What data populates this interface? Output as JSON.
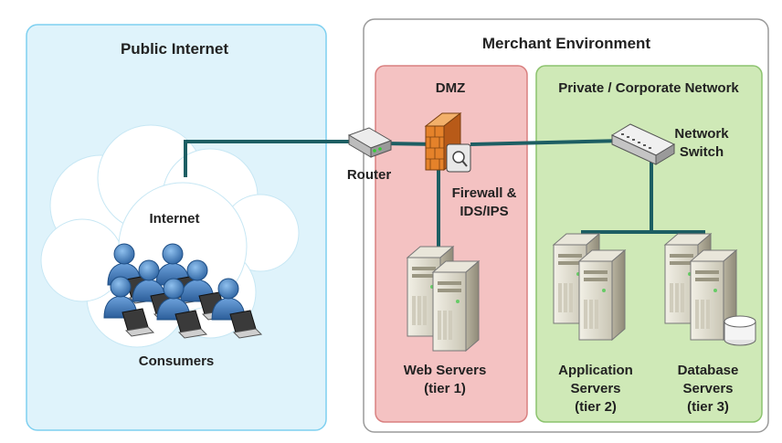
{
  "zones": {
    "public_internet": {
      "title": "Public Internet",
      "fill": "#dff3fb",
      "stroke": "#7fd0f0"
    },
    "merchant_environment": {
      "title": "Merchant Environment",
      "fill": "#ffffff",
      "stroke": "#9a9a9a"
    },
    "dmz": {
      "title": "DMZ",
      "fill": "#f4c2c2",
      "stroke": "#d98080"
    },
    "private_network": {
      "title": "Private / Corporate Network",
      "fill": "#cfe9b7",
      "stroke": "#8cc36e"
    }
  },
  "nodes": {
    "internet": {
      "label": "Internet",
      "icon": "cloud-icon"
    },
    "consumers": {
      "label": "Consumers",
      "icon": "users-with-laptops-icon"
    },
    "router": {
      "label": "Router",
      "icon": "router-icon"
    },
    "firewall": {
      "label_line1": "Firewall &",
      "label_line2": "IDS/IPS",
      "icon": "firewall-icon"
    },
    "network_switch": {
      "label_line1": "Network",
      "label_line2": "Switch",
      "icon": "network-switch-icon"
    },
    "web_servers": {
      "label_line1": "Web Servers",
      "label_line2": "(tier 1)",
      "icon": "server-icon"
    },
    "application_servers": {
      "label_line1": "Application",
      "label_line2": "Servers",
      "label_line3": "(tier 2)",
      "icon": "server-icon"
    },
    "database_servers": {
      "label_line1": "Database",
      "label_line2": "Servers",
      "label_line3": "(tier 3)",
      "icon": "database-server-icon"
    }
  },
  "colors": {
    "link": "#1d5e63",
    "firewall_brick": "#e5822a",
    "person": "#4a86c5"
  }
}
